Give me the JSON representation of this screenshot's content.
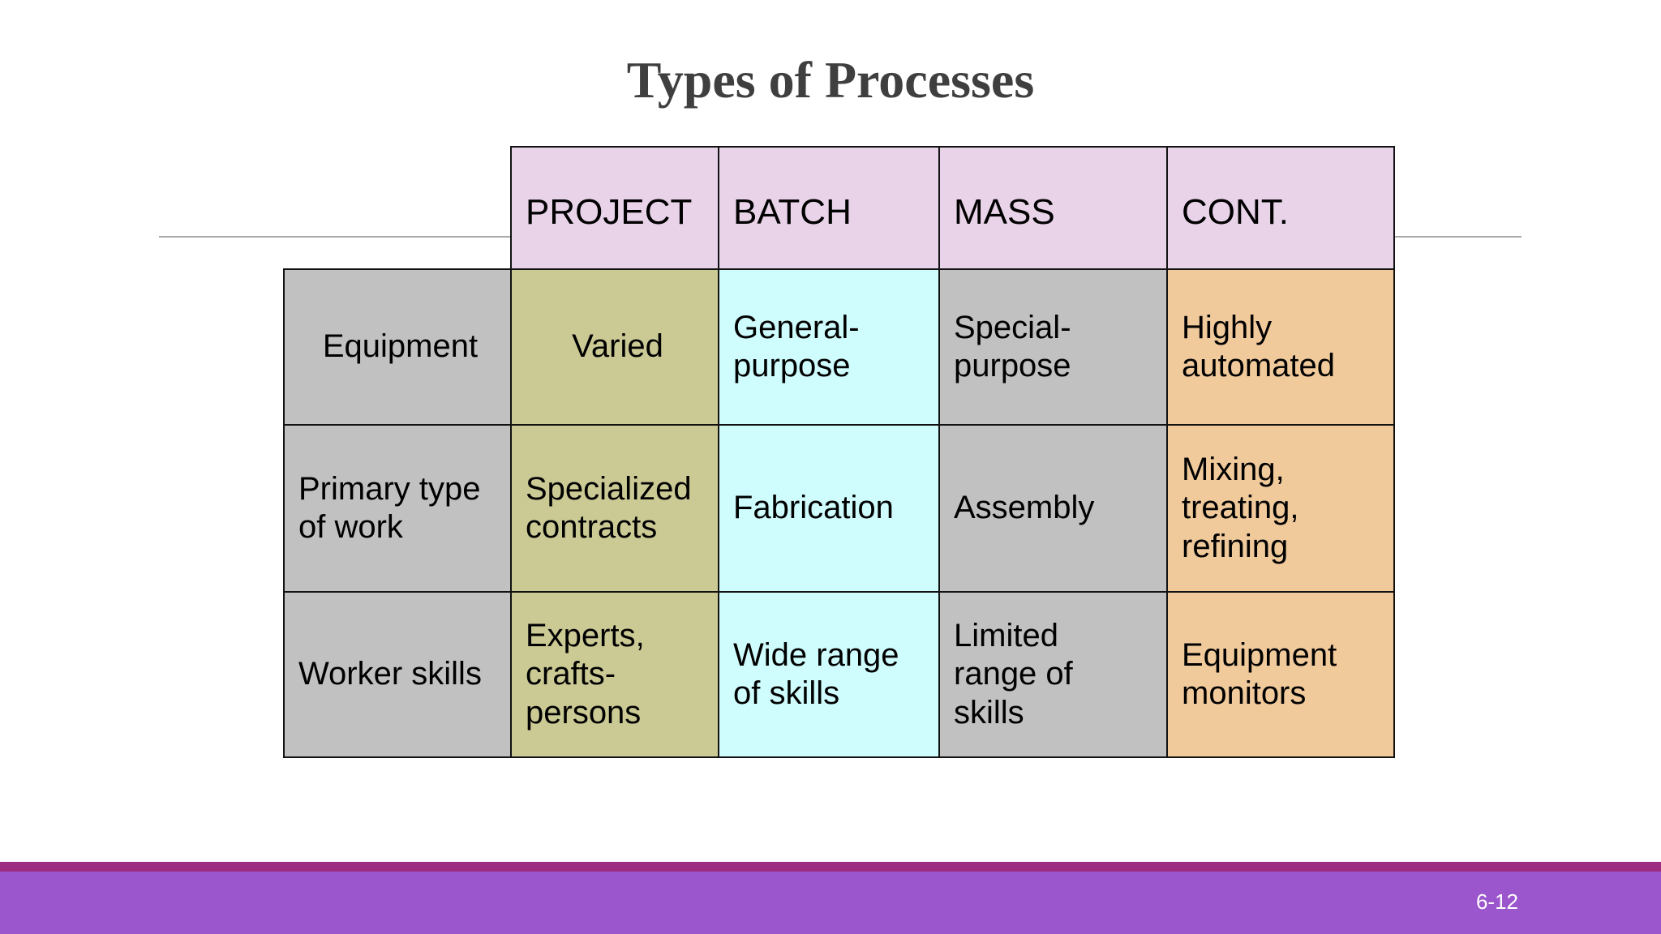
{
  "slide": {
    "title": "Types of Processes",
    "page_number": "6-12"
  },
  "table": {
    "column_headers": [
      {
        "label": "PROJECT"
      },
      {
        "label": "BATCH"
      },
      {
        "label": "MASS"
      },
      {
        "label": "CONT."
      }
    ],
    "rows": [
      {
        "label": "Equipment",
        "cells": [
          "Varied",
          "General-\npurpose",
          "Special-\npurpose",
          "Highly\nautomated"
        ]
      },
      {
        "label": "Primary type\nof work",
        "cells": [
          "Specialized\ncontracts",
          "Fabrication",
          "Assembly",
          "Mixing,\ntreating,\nrefining"
        ]
      },
      {
        "label": "Worker skills",
        "cells": [
          "Experts,\ncrafts-\npersons",
          "Wide range\nof skills",
          "Limited\nrange of\nskills",
          "Equipment\nmonitors"
        ]
      }
    ]
  },
  "colors": {
    "header_bg": "#e9d3e9",
    "label_column_bg": "#c1c1c1",
    "project_column_bg": "#cbc994",
    "batch_column_bg": "#cffcfd",
    "mass_column_bg": "#c1c1c1",
    "cont_column_bg": "#f1ca9c",
    "table_border": "#121212",
    "divider_line": "#a9a9a9",
    "footer_bar": "#9b55cd",
    "footer_accent": "#9c2d80",
    "title_text": "#3f3f3f",
    "page_number_text": "#ffffff"
  }
}
